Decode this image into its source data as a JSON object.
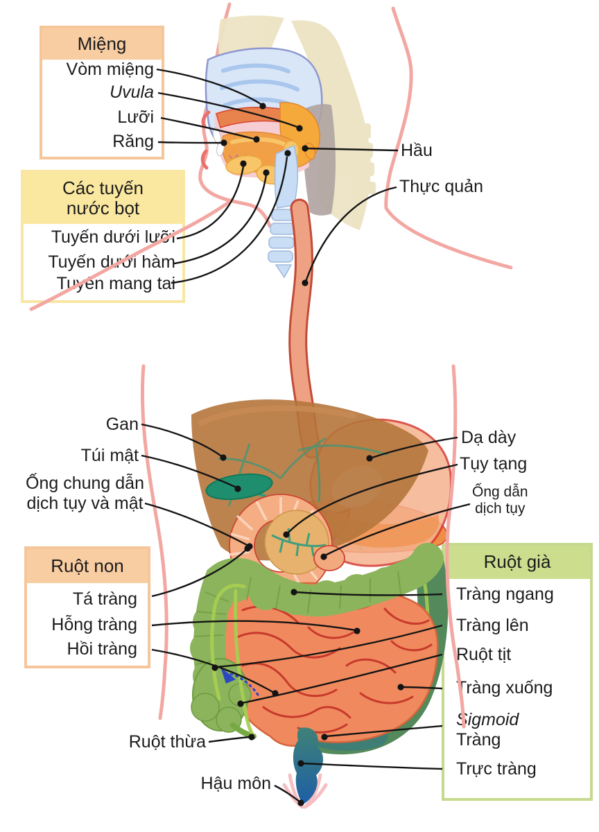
{
  "legend_boxes": {
    "mouth": {
      "title": "Miệng",
      "items": [
        "Vòm miệng",
        "Uvula",
        "Lưỡi",
        "Răng"
      ]
    },
    "salivary_glands": {
      "title_line1": "Các tuyến",
      "title_line2": "nước bọt",
      "items": [
        "Tuyến dưới lưỡi",
        "Tuyến dưới hàm",
        "Tuyến mang tai"
      ]
    },
    "small_intestine": {
      "title": "Ruột non",
      "items": [
        "Tá tràng",
        "Hỗng tràng",
        "Hồi tràng"
      ]
    },
    "large_intestine": {
      "title": "Ruột già",
      "items": [
        "Tràng ngang",
        "Tràng lên",
        "Ruột tịt",
        "Tràng xuống",
        "Sigmoid",
        "Tràng",
        "Trực tràng"
      ]
    }
  },
  "labels": {
    "pharynx": "Hầu",
    "esophagus": "Thực quản",
    "liver": "Gan",
    "gallbladder": "Túi mật",
    "common_duct_line1": "Ống chung dẫn",
    "common_duct_line2": "dịch tụy và mật",
    "stomach": "Dạ dày",
    "pancreas": "Tụy tạng",
    "pancreatic_duct_line1": "Ống dẫn",
    "pancreatic_duct_line2": "dịch tụy",
    "appendix": "Ruột thừa",
    "anus": "Hậu môn"
  },
  "colors": {
    "body_outline": "#F2A7A2",
    "leader_line": "#141414",
    "mouth_box_border": "#F6C69B",
    "mouth_box_header": "#F9CDA2",
    "salivary_box_border": "#F8E6A2",
    "salivary_box_header": "#FAE8A0",
    "large_intestine_box_border": "#C6D98F",
    "large_intestine_box_header": "#CCDD8E",
    "liver": "#B5763C",
    "gallbladder": "#1F8E6E",
    "stomach": "#F5B28E",
    "pancreas": "#EE8F45",
    "small_intestine": "#F08A5E",
    "large_intestine": "#8CB45C",
    "sigmoid": "#4F8B5F",
    "rectum_top": "#3F8276",
    "rectum_bottom": "#1D5FA6"
  }
}
